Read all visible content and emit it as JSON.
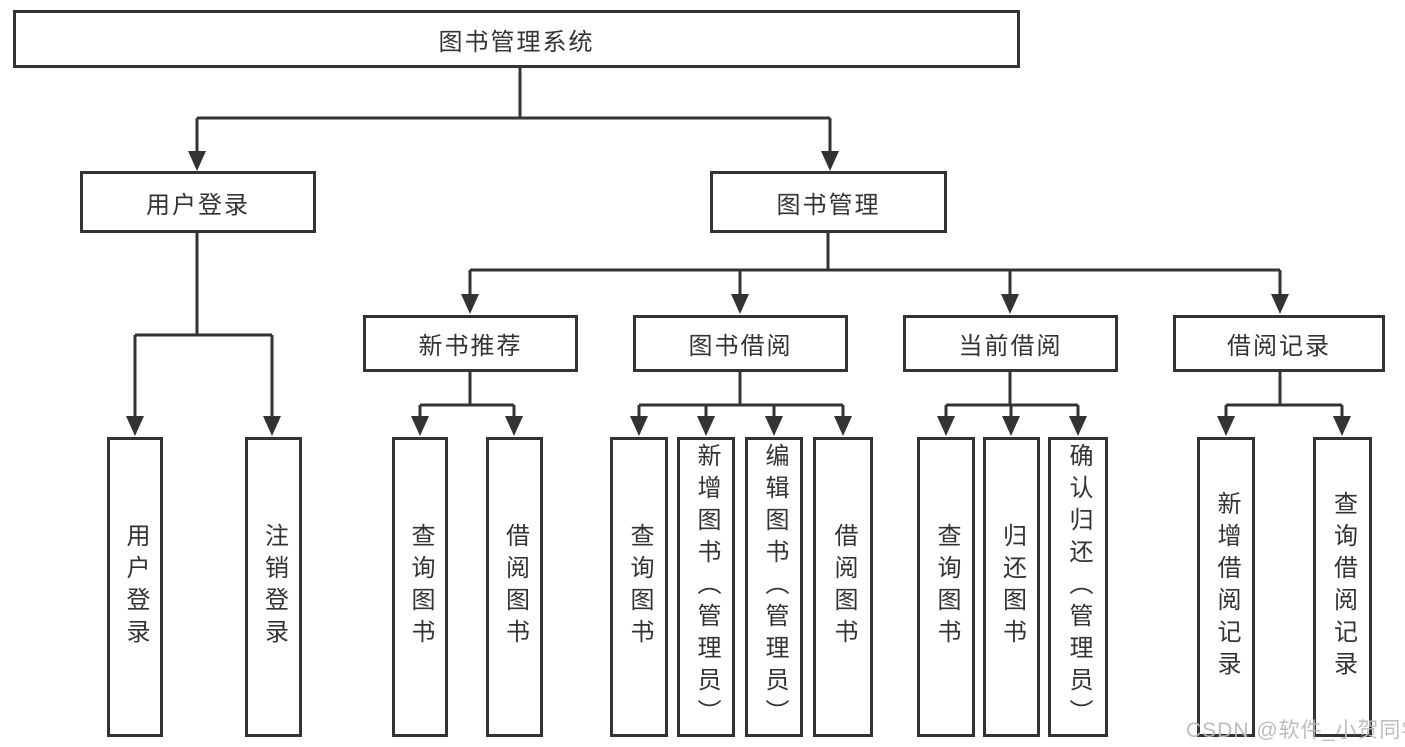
{
  "diagram": {
    "watermark": "CSDN @软件_小贺同学",
    "root": {
      "label": "图书管理系统",
      "children": [
        {
          "label": "用户登录",
          "children": [
            {
              "label": "用户登录"
            },
            {
              "label": "注销登录"
            }
          ]
        },
        {
          "label": "图书管理",
          "children": [
            {
              "label": "新书推荐",
              "children": [
                {
                  "label": "查询图书"
                },
                {
                  "label": "借阅图书"
                }
              ]
            },
            {
              "label": "图书借阅",
              "children": [
                {
                  "label": "查询图书"
                },
                {
                  "label": "新增图书（管理员）"
                },
                {
                  "label": "编辑图书（管理员）"
                },
                {
                  "label": "借阅图书"
                }
              ]
            },
            {
              "label": "当前借阅",
              "children": [
                {
                  "label": "查询图书"
                },
                {
                  "label": "归还图书"
                },
                {
                  "label": "确认归还（管理员）"
                }
              ]
            },
            {
              "label": "借阅记录",
              "children": [
                {
                  "label": "新增借阅记录"
                },
                {
                  "label": "查询借阅记录"
                }
              ]
            }
          ]
        }
      ]
    }
  }
}
